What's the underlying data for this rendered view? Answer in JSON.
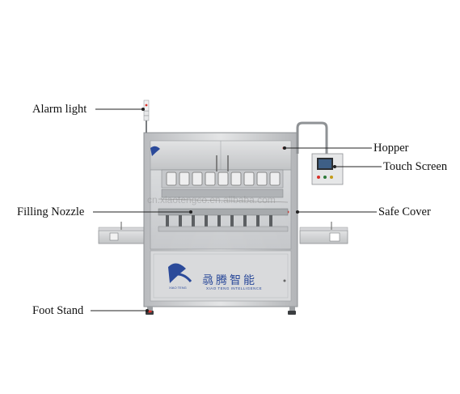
{
  "labels": {
    "alarm_light": "Alarm light",
    "hopper": "Hopper",
    "touch_screen": "Touch Screen",
    "filling_nozzle": "Filling Nozzle",
    "safe_cover": "Safe Cover",
    "foot_stand": "Foot Stand"
  },
  "watermark": "cn.xiaotengco.en.alibaba.com",
  "branding": {
    "cn_name": "骉腾智能",
    "en_name": "XIAO TENG INTELLIGENCE",
    "sub_name": "XIAO TENG"
  },
  "colors": {
    "steel": "#c9cbcd",
    "steel_dark": "#9a9da0",
    "brand_blue": "#2b4a9a",
    "alarm_red": "#d8302a",
    "leader_line": "#222222"
  }
}
